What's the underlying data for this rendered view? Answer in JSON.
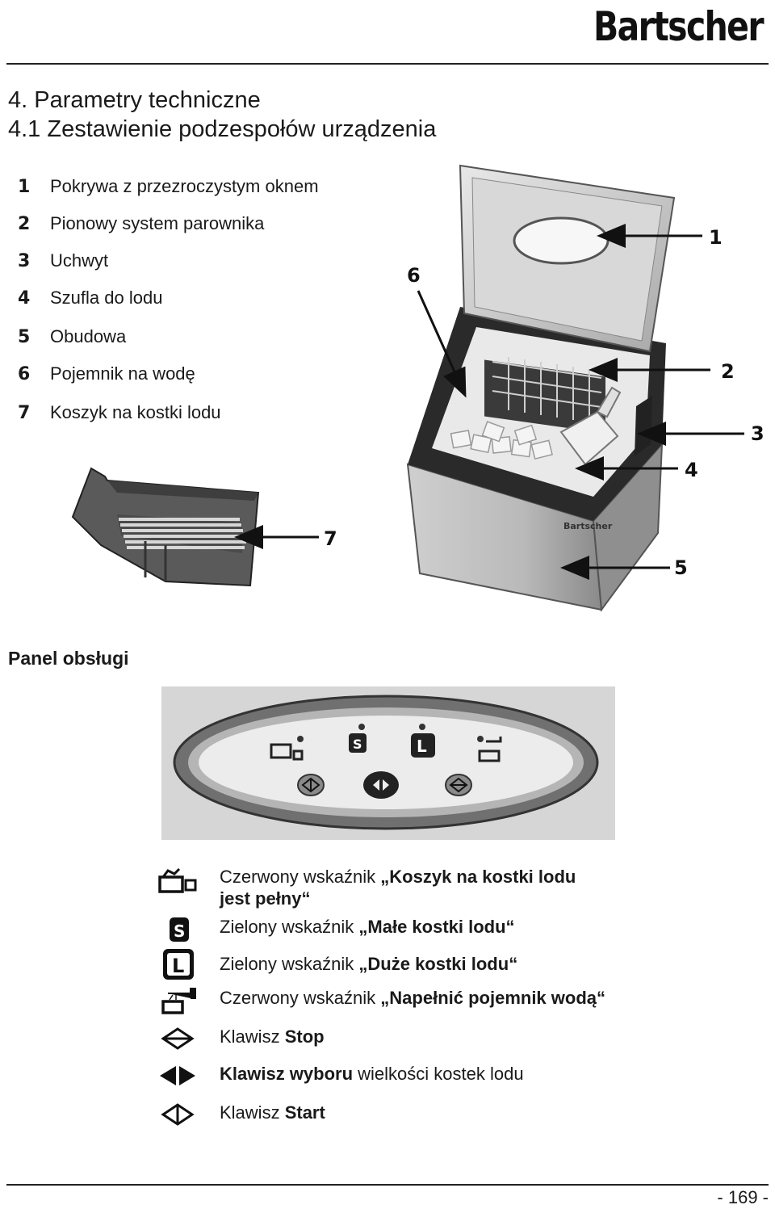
{
  "header": {
    "logo_text": "Bartscher"
  },
  "section": {
    "title": "4. Parametry techniczne",
    "subtitle": "4.1 Zestawienie podzespołów urządzenia"
  },
  "parts": [
    {
      "num": "1",
      "label": "Pokrywa z przezroczystym oknem"
    },
    {
      "num": "2",
      "label": "Pionowy system parownika"
    },
    {
      "num": "3",
      "label": "Uchwyt"
    },
    {
      "num": "4",
      "label": "Szufla do lodu"
    },
    {
      "num": "5",
      "label": "Obudowa"
    },
    {
      "num": "6",
      "label": "Pojemnik na wodę"
    },
    {
      "num": "7",
      "label": "Koszyk na kostki lodu"
    }
  ],
  "callouts": {
    "c1": "1",
    "c2": "2",
    "c3": "3",
    "c4": "4",
    "c5": "5",
    "c6": "6",
    "c7": "7"
  },
  "panel": {
    "title": "Panel obsługi"
  },
  "legend": [
    {
      "icon": "basket-full-icon",
      "prefix": "Czerwony wskaźnik ",
      "bold": "„Koszyk na kostki lodu",
      "line2": "jest pełny“",
      "suffix": ""
    },
    {
      "icon": "small-cubes-s-icon",
      "prefix": "Zielony wskaźnik ",
      "bold": "„Małe kostki lodu“",
      "suffix": ""
    },
    {
      "icon": "large-cubes-l-icon",
      "prefix": "Zielony wskaźnik ",
      "bold": "„Duże kostki lodu“",
      "suffix": ""
    },
    {
      "icon": "fill-water-icon",
      "prefix": "Czerwony wskaźnik ",
      "bold": "„Napełnić pojemnik wodą“",
      "suffix": ""
    },
    {
      "icon": "stop-key-icon",
      "prefix": "Klawisz ",
      "bold": "Stop",
      "suffix": ""
    },
    {
      "icon": "select-key-icon",
      "prefix": "",
      "bold": "Klawisz wyboru",
      "suffix": " wielkości kostek lodu"
    },
    {
      "icon": "start-key-icon",
      "prefix": "Klawisz ",
      "bold": "Start",
      "suffix": ""
    }
  ],
  "footer": {
    "page_number": "- 169 -"
  }
}
